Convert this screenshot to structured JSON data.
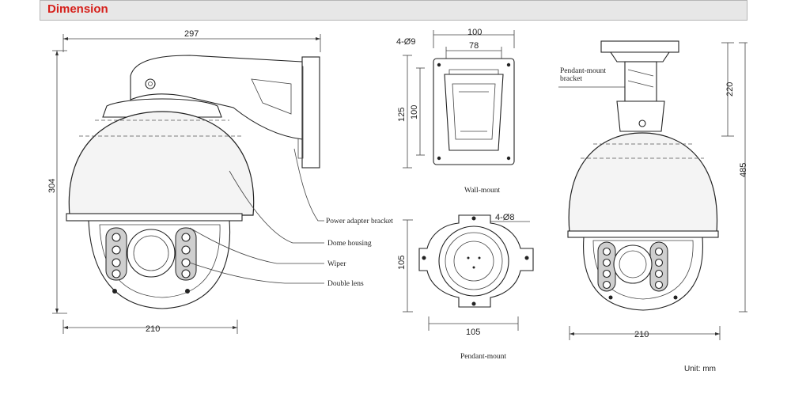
{
  "header": {
    "title": "Dimension"
  },
  "side_view": {
    "width_top": "297",
    "height": "304",
    "width_bottom": "210",
    "callouts": [
      "Power adapter bracket",
      "Dome housing",
      "Wiper",
      "Double lens"
    ]
  },
  "wall_mount": {
    "caption": "Wall-mount",
    "hole_spec": "4-Ø9",
    "width_outer": "100",
    "width_inner": "78",
    "height_outer": "125",
    "height_inner": "100"
  },
  "pendant_mount": {
    "caption": "Pendant-mount",
    "hole_spec": "4-Ø8",
    "width": "105",
    "height": "105"
  },
  "pendant_view": {
    "bracket_label_1": "Pendant-mount",
    "bracket_label_2": "bracket",
    "height_bracket": "220",
    "height_total": "485",
    "width_bottom": "210"
  },
  "unit": "Unit: mm"
}
